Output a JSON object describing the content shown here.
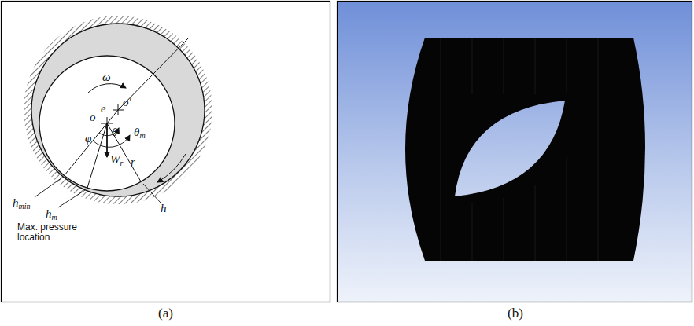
{
  "diagram": {
    "labels": [
      "ω",
      "e",
      "o′",
      "θ",
      "θm",
      "o",
      "φ",
      "Wr",
      "r",
      "hmin",
      "hm",
      "h",
      "Max. pressure location",
      "(a)",
      "(b)"
    ]
  }
}
